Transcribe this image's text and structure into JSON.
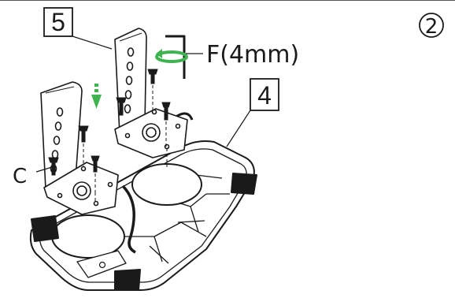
{
  "labels": {
    "part5": "5",
    "part4": "4",
    "tool": "F(4mm)",
    "screw": "C",
    "step": "2"
  },
  "colors": {
    "line": "#1a1a1a",
    "accent": "#3fb34f",
    "base_fill": "#ffffff",
    "foot": "#1a1a1a"
  },
  "icons": {
    "arrow": "green-down-arrow-icon",
    "rotation": "green-rotation-icon",
    "hex_key": "allen-key-icon"
  }
}
